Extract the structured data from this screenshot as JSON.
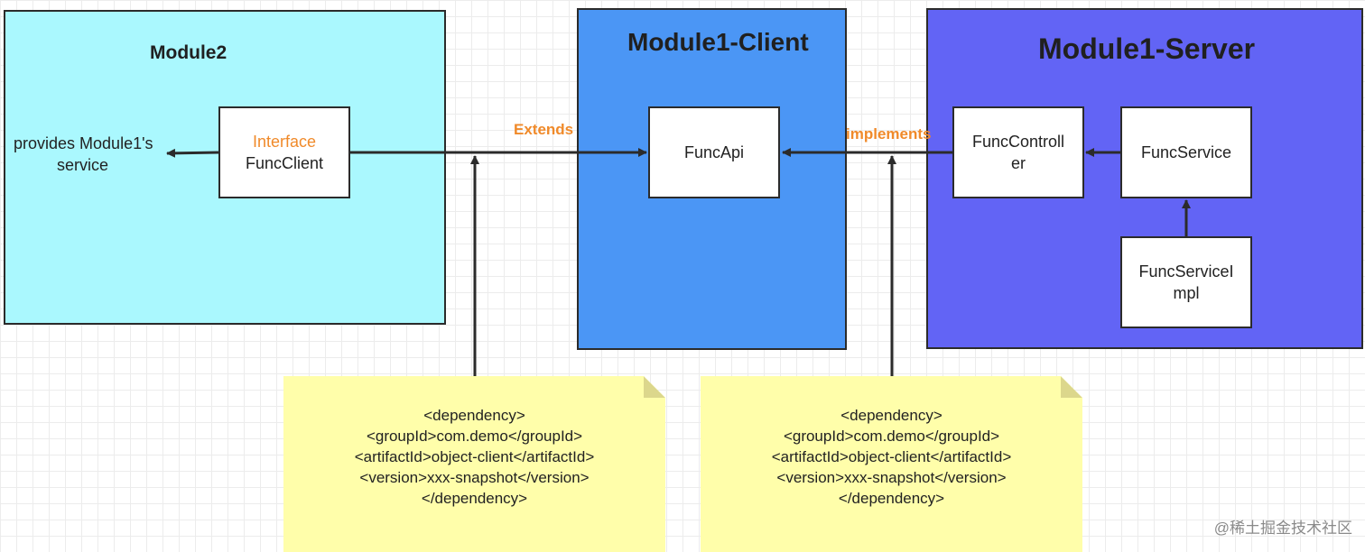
{
  "modules": {
    "module2": {
      "title": "Module2"
    },
    "client": {
      "title": "Module1-Client"
    },
    "server": {
      "title": "Module1-Server"
    }
  },
  "boxes": {
    "func_client": {
      "stereotype": "Interface",
      "name": "FuncClient"
    },
    "func_api": {
      "name": "FuncApi"
    },
    "func_controller": {
      "line1": "FuncControll",
      "line2": "er"
    },
    "func_service": {
      "name": "FuncService"
    },
    "func_service_impl": {
      "line1": "FuncServiceI",
      "line2": "mpl"
    }
  },
  "side_text": {
    "line1": "provides Module1's",
    "line2": "service"
  },
  "edge_labels": {
    "extends": "Extends",
    "implements": "implements"
  },
  "notes": [
    {
      "lines": [
        "<dependency>",
        "<groupId>com.demo</groupId>",
        "<artifactId>object-client</artifactId>",
        "<version>xxx-snapshot</version>",
        "</dependency>"
      ]
    },
    {
      "lines": [
        "<dependency>",
        "<groupId>com.demo</groupId>",
        "<artifactId>object-client</artifactId>",
        "<version>xxx-snapshot</version>",
        "</dependency>"
      ]
    }
  ],
  "watermark": "@稀土掘金技术社区"
}
